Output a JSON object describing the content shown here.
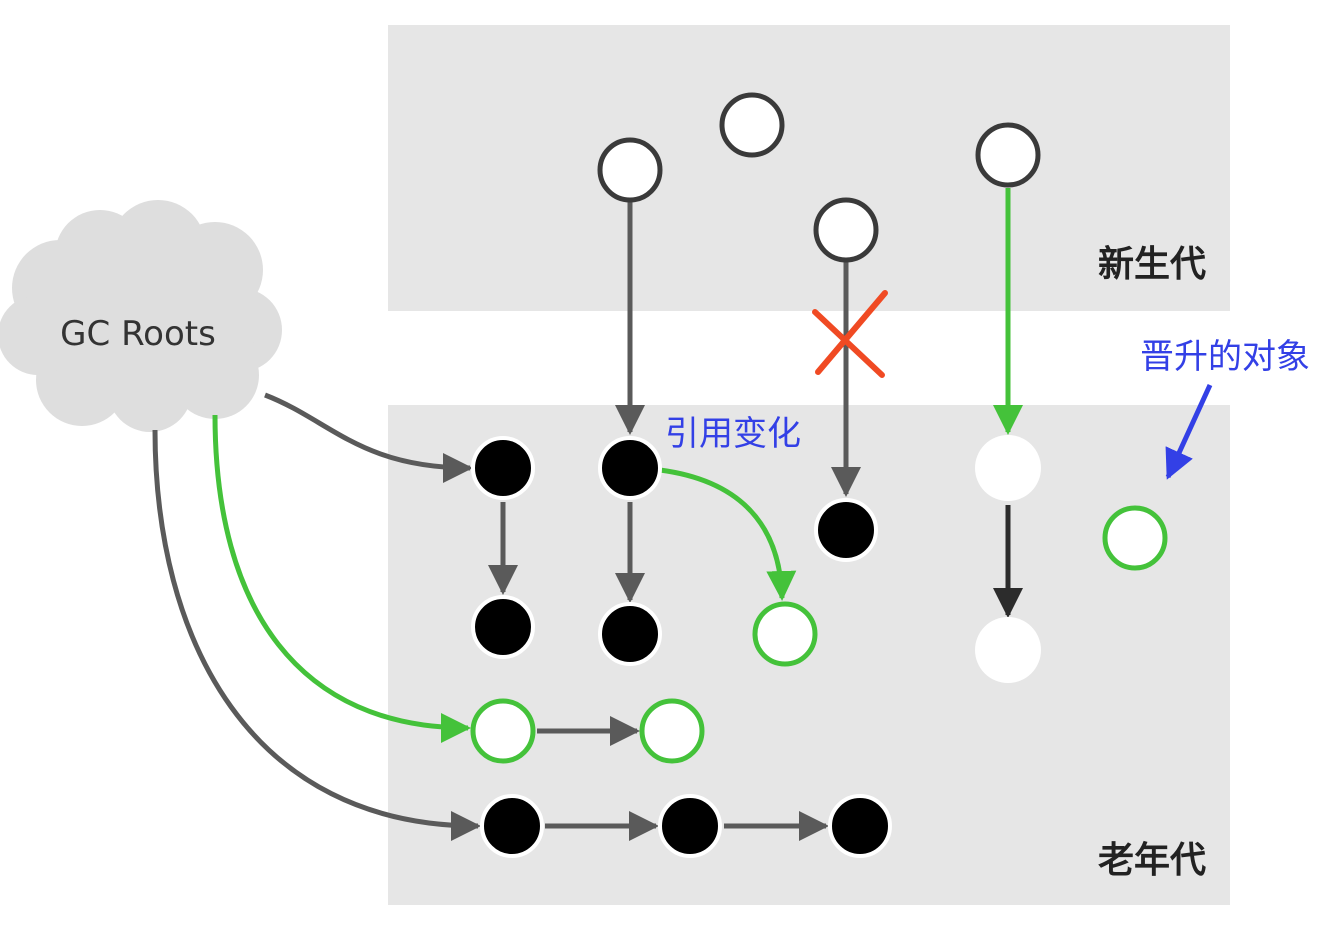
{
  "regions": {
    "young": {
      "label": "新生代"
    },
    "old": {
      "label": "老年代"
    }
  },
  "gc_roots": {
    "label": "GC Roots"
  },
  "annotations": {
    "reference_change": "引用变化",
    "promoted_object": "晋升的对象"
  },
  "colors": {
    "region_fill": "#e6e6e6",
    "gray_arrow": "#5a5a5a",
    "green": "#44c23a",
    "blue": "#3340e6",
    "red_cross": "#f04a23",
    "black_node": "#000000",
    "cloud": "#dedede"
  }
}
